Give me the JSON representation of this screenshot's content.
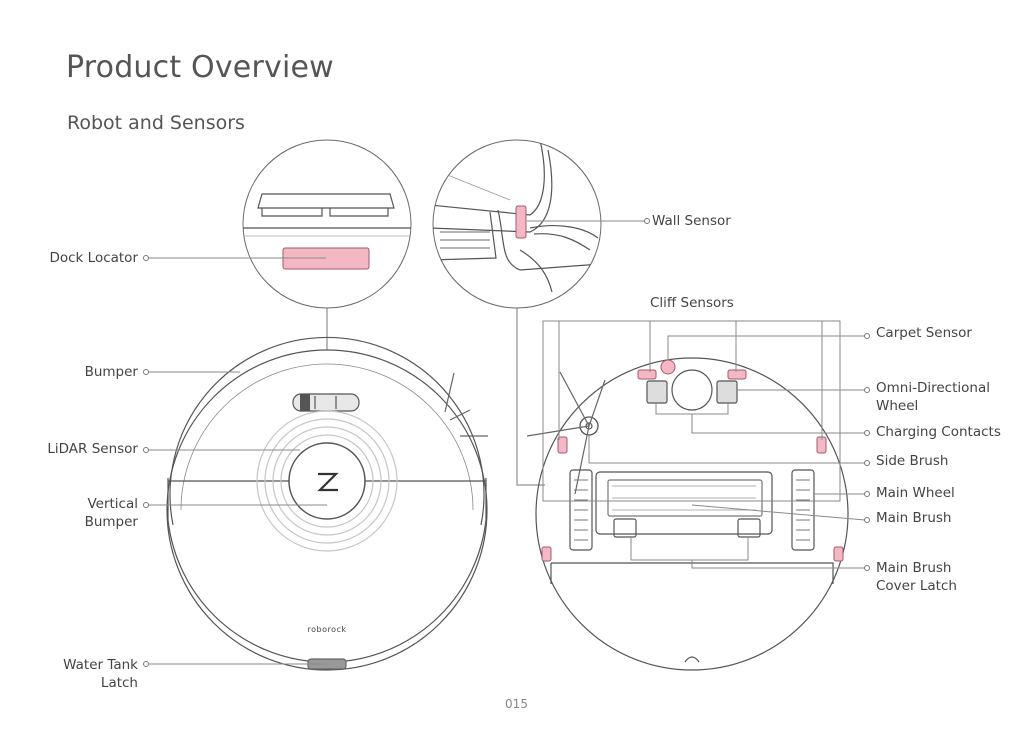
{
  "page": {
    "title": "Product Overview",
    "section": "Robot and Sensors",
    "page_number": "015"
  },
  "labels": {
    "dock_locator": "Dock Locator",
    "bumper": "Bumper",
    "lidar_sensor": "LiDAR Sensor",
    "vertical_bumper_1": "Vertical",
    "vertical_bumper_2": "Bumper",
    "water_tank_latch_1": "Water Tank",
    "water_tank_latch_2": "Latch",
    "wall_sensor": "Wall Sensor",
    "cliff_sensors": "Cliff Sensors",
    "carpet_sensor": "Carpet Sensor",
    "omni_wheel_1": "Omni-Directional",
    "omni_wheel_2": "Wheel",
    "charging_contacts": "Charging Contacts",
    "side_brush": "Side Brush",
    "main_wheel": "Main Wheel",
    "main_brush": "Main Brush",
    "main_brush_latch_1": "Main Brush",
    "main_brush_latch_2": "Cover Latch"
  },
  "logo_text": "roborock",
  "colors": {
    "accent_pink": "#f4b8c4",
    "line": "#5a5a5a",
    "leader": "#9a9a9a"
  }
}
